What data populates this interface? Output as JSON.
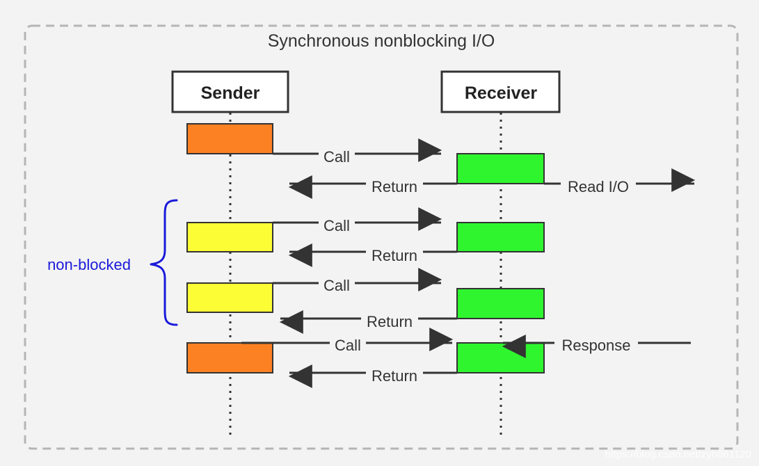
{
  "title": "Synchronous nonblocking I/O",
  "actors": {
    "sender": "Sender",
    "receiver": "Receiver"
  },
  "brace_label": "non-blocked",
  "watermark": "https://blog.csdn.net/zyh861120",
  "colors": {
    "frame": "#b5b5b5",
    "background": "#f3f3f3",
    "line": "#333333",
    "orange": "#fc8123",
    "yellow": "#fdfd35",
    "green": "#2ff52f",
    "brace": "#1a1adb"
  },
  "messages": [
    {
      "id": "call-1",
      "label": "Call"
    },
    {
      "id": "return-1",
      "label": "Return"
    },
    {
      "id": "read-io",
      "label": "Read I/O"
    },
    {
      "id": "call-2",
      "label": "Call"
    },
    {
      "id": "return-2",
      "label": "Return"
    },
    {
      "id": "call-3",
      "label": "Call"
    },
    {
      "id": "return-3",
      "label": "Return"
    },
    {
      "id": "call-4",
      "label": "Call"
    },
    {
      "id": "response",
      "label": "Response"
    },
    {
      "id": "return-4",
      "label": "Return"
    }
  ]
}
